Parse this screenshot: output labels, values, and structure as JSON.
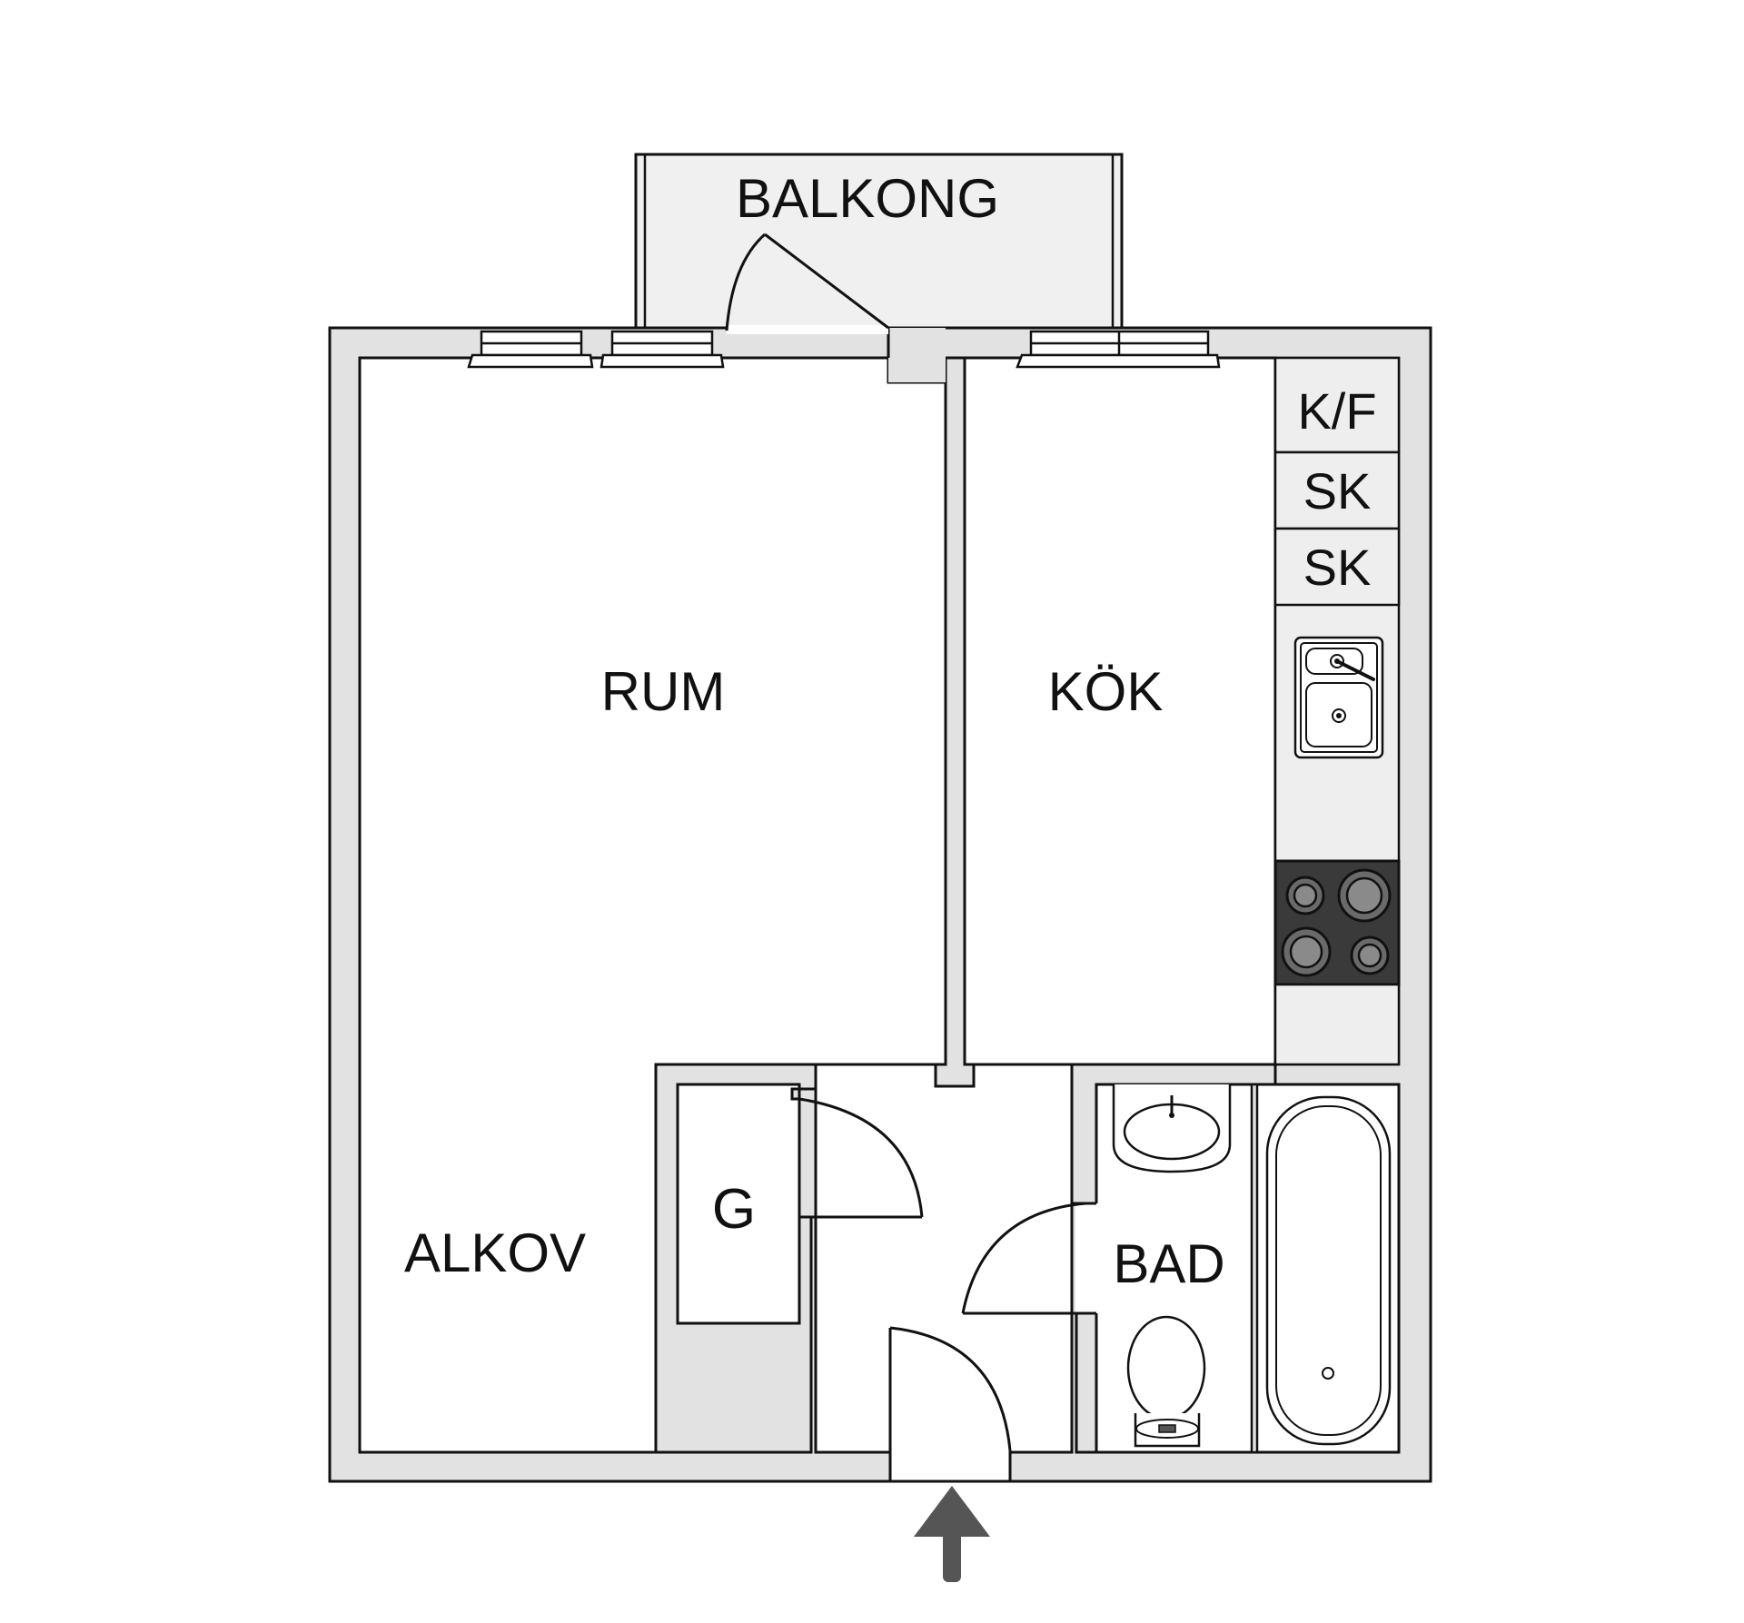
{
  "floorplan": {
    "rooms": {
      "balcony": "BALKONG",
      "room": "RUM",
      "kitchen": "KÖK",
      "alcove": "ALKOV",
      "wardrobe": "G",
      "bathroom": "BAD"
    },
    "kitchen_units": {
      "fridge_freezer": "K/F",
      "cabinet_1": "SK",
      "cabinet_2": "SK"
    },
    "colors": {
      "wall_fill": "#e2e2e2",
      "stove_fill": "#3a3a3a",
      "entrance_arrow": "#555555",
      "outline": "#111111"
    }
  }
}
